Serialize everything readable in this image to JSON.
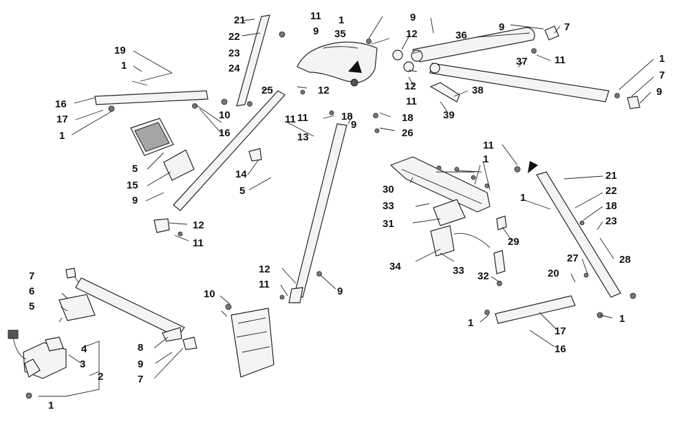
{
  "diagram": {
    "callouts": [
      "21",
      "11",
      "1",
      "9",
      "35",
      "12",
      "36",
      "9",
      "7",
      "22",
      "9",
      "19",
      "23",
      "1",
      "24",
      "11",
      "37",
      "11",
      "1",
      "18",
      "25",
      "12",
      "7",
      "12",
      "38",
      "16",
      "10",
      "9",
      "11",
      "9",
      "17",
      "16",
      "11",
      "18",
      "39",
      "1",
      "13",
      "26",
      "5",
      "14",
      "15",
      "5",
      "9",
      "12",
      "11",
      "11",
      "21",
      "1",
      "22",
      "30",
      "1",
      "18",
      "33",
      "23",
      "31",
      "29",
      "28",
      "34",
      "33",
      "27",
      "32",
      "7",
      "12",
      "20",
      "6",
      "11",
      "9",
      "10",
      "5",
      "1",
      "1",
      "4",
      "8",
      "17",
      "3",
      "9",
      "16",
      "2",
      "7",
      "1"
    ],
    "arrows": [
      "pointer-arrow-left",
      "pointer-arrow-right"
    ]
  }
}
